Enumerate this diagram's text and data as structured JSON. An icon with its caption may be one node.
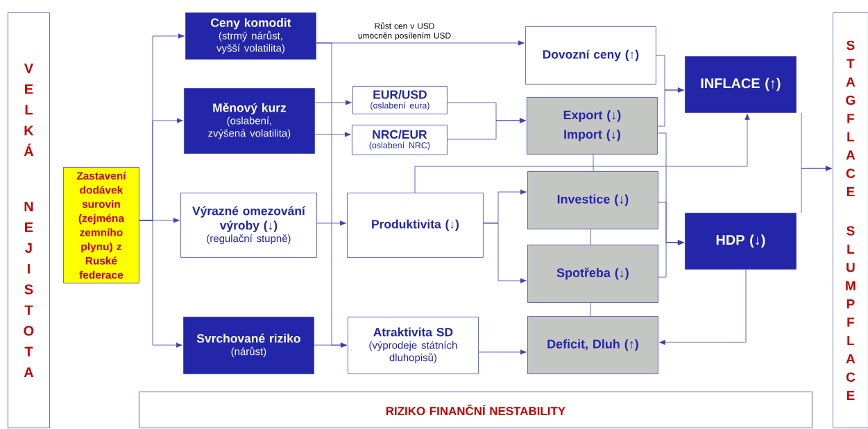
{
  "diagram": {
    "nodes": [
      {
        "text": [
          "VELKÁ",
          "NEJISTOTA"
        ]
      },
      {
        "text": [
          "Zastavení dodávek surovin (zejména zemního plynu) z Ruské federace"
        ]
      },
      {
        "text": [
          "Ceny komodit",
          "(strmý nárůst, vyšší volatilita)"
        ]
      },
      {
        "text": [
          "Měnový kurz",
          "(oslabení, zvýšená volatilita)"
        ]
      },
      {
        "text": [
          "Výrazné omezování výroby (↓)",
          "(regulační stupně)"
        ]
      },
      {
        "text": [
          "Svrchované riziko",
          "(nárůst)"
        ]
      },
      {
        "text": [
          "EUR/USD",
          "(oslabení eura)"
        ]
      },
      {
        "text": [
          "NRC/EUR",
          "(oslabení NRC)"
        ]
      },
      {
        "text": [
          "Produktivita (↓)"
        ]
      },
      {
        "text": [
          "Atraktivita SD",
          "(výprodeje státních dluhopisů)"
        ]
      },
      {
        "text": [
          "Dovozní ceny (↑)"
        ]
      },
      {
        "text": [
          "Export (↓)",
          "Import (↓)"
        ]
      },
      {
        "text": [
          "Investice (↓)"
        ]
      },
      {
        "text": [
          "Spotřeba (↓)"
        ]
      },
      {
        "text": [
          "Deficit, Dluh (↑)"
        ]
      },
      {
        "text": [
          "INFLACE (↑)"
        ]
      },
      {
        "text": [
          "HDP (↓)"
        ]
      },
      {
        "text": [
          "STAGFLACE",
          "SLUMPFLACE"
        ]
      },
      {
        "text": [
          "RIZIKO FINANČNÍ NESTABILITY"
        ]
      }
    ],
    "edges": [
      {
        "from": 1,
        "to": 2,
        "arrow": "to"
      },
      {
        "from": 1,
        "to": 3,
        "arrow": "to"
      },
      {
        "from": 1,
        "to": 4,
        "arrow": "to"
      },
      {
        "from": 1,
        "to": 5,
        "arrow": "to"
      },
      {
        "from": 2,
        "to": 10,
        "arrow": "to",
        "label": "Růst cen v USD umocněn posílením USD"
      },
      {
        "from": 2,
        "to": 9,
        "arrow": "to"
      },
      {
        "from": 3,
        "to": 6,
        "arrow": "to"
      },
      {
        "from": 3,
        "to": 7,
        "arrow": "to"
      },
      {
        "from": 4,
        "to": 8,
        "arrow": "to"
      },
      {
        "from": 5,
        "to": 9,
        "arrow": "to"
      },
      {
        "from": 6,
        "to": 11,
        "arrow": "to"
      },
      {
        "from": 7,
        "to": 11,
        "arrow": "to"
      },
      {
        "from": 8,
        "to": 12,
        "arrow": "to"
      },
      {
        "from": 8,
        "to": 13,
        "arrow": "to"
      },
      {
        "from": 9,
        "to": 14,
        "arrow": "to"
      },
      {
        "from": 8,
        "to": 15,
        "arrow": "to"
      },
      {
        "from": 11,
        "to": 12,
        "arrow": "none"
      },
      {
        "from": 12,
        "to": 13,
        "arrow": "none"
      },
      {
        "from": 13,
        "to": 14,
        "arrow": "none"
      },
      {
        "from": 10,
        "to": 15,
        "arrow": "to"
      },
      {
        "from": 11,
        "to": 15,
        "arrow": "to"
      },
      {
        "from": 11,
        "to": 16,
        "arrow": "to"
      },
      {
        "from": 12,
        "to": 16,
        "arrow": "to"
      },
      {
        "from": 13,
        "to": 16,
        "arrow": "to"
      },
      {
        "from": 16,
        "to": 14,
        "arrow": "to"
      },
      {
        "from": 15,
        "to": 17,
        "arrow": "to"
      },
      {
        "from": 16,
        "to": 17,
        "arrow": "to"
      }
    ]
  }
}
